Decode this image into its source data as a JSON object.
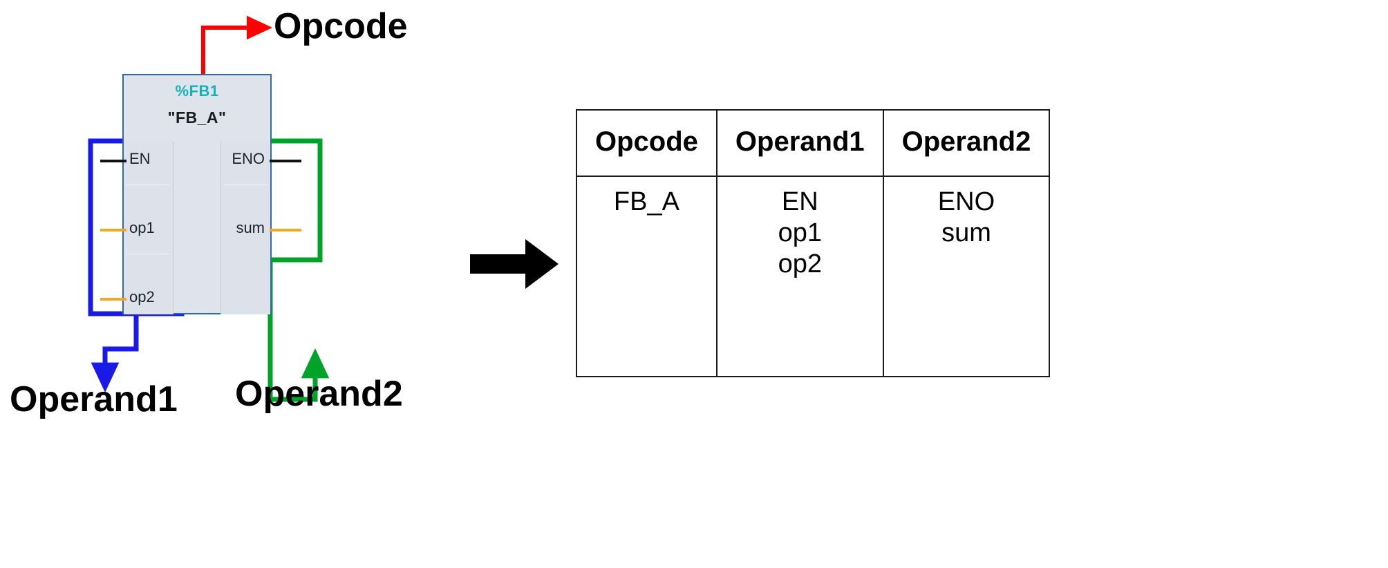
{
  "diagram": {
    "title": "Function block to opcode/operand mapping",
    "colors": {
      "opcode_highlight": "#ff0000",
      "operand1_highlight": "#1a1ae6",
      "operand2_highlight": "#00a32a",
      "block_fill": "#dfe3ec",
      "block_border": "#2d6ca8",
      "instance_text": "#18b0b8",
      "input_wire": "#f5a623",
      "enable_wire": "#111111"
    }
  },
  "function_block": {
    "instance_name": "%FB1",
    "block_name": "\"FB_A\"",
    "inputs": [
      {
        "name": "EN",
        "wire": "enable-wire"
      },
      {
        "name": "op1",
        "wire": "input-wire"
      },
      {
        "name": "op2",
        "wire": "input-wire"
      }
    ],
    "outputs": [
      {
        "name": "ENO",
        "wire": "enable-wire"
      },
      {
        "name": "sum",
        "wire": "input-wire"
      }
    ]
  },
  "annotations": [
    {
      "id": "opcode",
      "label": "Opcode",
      "color": "#ff0000",
      "targets": "%FB1 / \"FB_A\" header"
    },
    {
      "id": "operand1",
      "label": "Operand1",
      "color": "#1a1ae6",
      "targets": "EN, op1, op2 input column"
    },
    {
      "id": "operand2",
      "label": "Operand2",
      "color": "#00a32a",
      "targets": "ENO, sum output column"
    }
  ],
  "transform_arrow": {
    "name": "maps-to-arrow",
    "direction": "right"
  },
  "mapping_table": {
    "headers": [
      "Opcode",
      "Operand1",
      "Operand2"
    ],
    "rows": [
      {
        "opcode": [
          "FB_A"
        ],
        "operand1": [
          "EN",
          "op1",
          "op2"
        ],
        "operand2": [
          "ENO",
          "sum"
        ]
      }
    ]
  }
}
